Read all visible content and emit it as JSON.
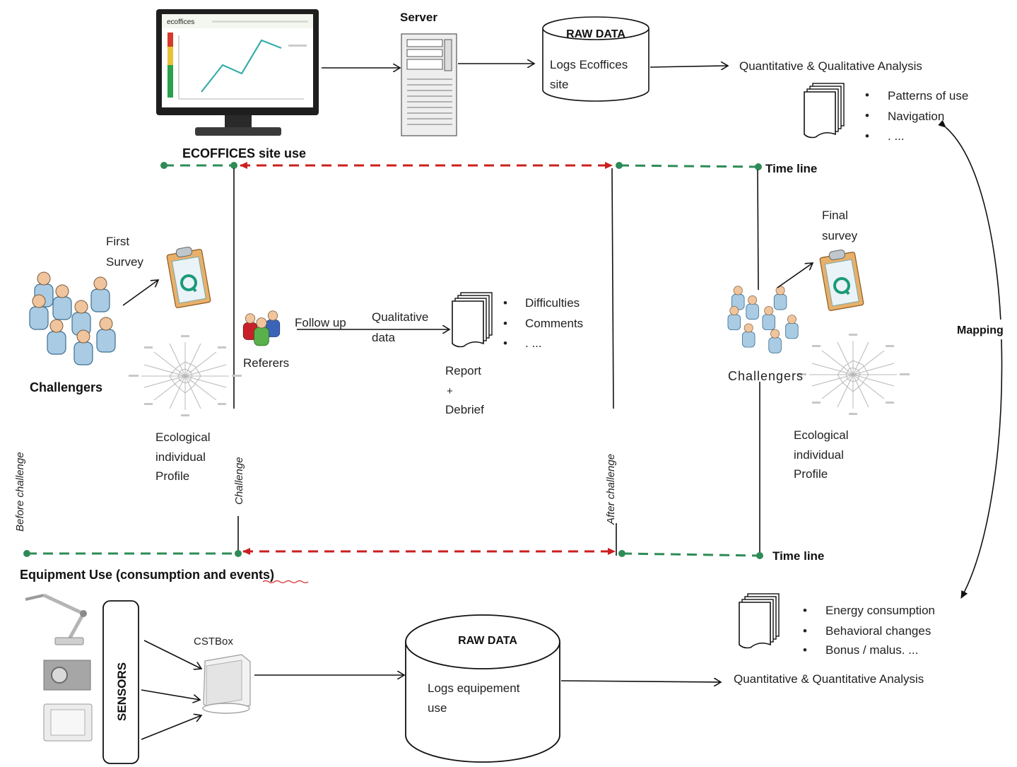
{
  "top": {
    "monitor_brand": "ecoffices",
    "server_label": "Server",
    "raw_data_title": "RAW DATA",
    "raw_data_line1": "Logs Ecoffices",
    "raw_data_line2": "site",
    "analysis_title": "Quantitative & Qualitative  Analysis",
    "analysis_items": [
      "Patterns of use",
      "Navigation",
      ". ..."
    ],
    "site_use_label": "ECOFFICES site use",
    "timeline_label": "Time line"
  },
  "left": {
    "survey_line1": "First",
    "survey_line2": "Survey",
    "challengers_label": "Challengers",
    "profile_lines": [
      "Ecological",
      "individual",
      "Profile"
    ],
    "before_label": "Before challenge",
    "challenge_label": "Challenge"
  },
  "middle": {
    "referers_label": "Referers",
    "follow_up_label": "Follow up",
    "qual_line1": "Qualitative",
    "qual_line2": "data",
    "report_items": [
      "Difficulties",
      "Comments",
      ". ..."
    ],
    "report_lines": [
      "Report",
      "+",
      "Debrief"
    ],
    "after_label": "After challenge"
  },
  "right": {
    "survey_line1": "Final",
    "survey_line2": "survey",
    "challengers_label": "Challengers",
    "profile_lines": [
      "Ecological",
      "individual",
      "Profile"
    ],
    "mapping_label": "Mapping"
  },
  "bottom": {
    "timeline_label": "Time line",
    "equipment_label": "Equipment Use (consumption and events)",
    "sensors_label": "SENSORS",
    "cstbox_label": "CSTBox",
    "raw_data_title": "RAW DATA",
    "raw_data_line1": "Logs equipement",
    "raw_data_line2": "use",
    "analysis_items": [
      "Energy consumption",
      "Behavioral changes",
      "Bonus / malus. ..."
    ],
    "analysis_title": "Quantitative & Quantitative  Analysis"
  },
  "colors": {
    "green_dash": "#2e8b57",
    "red_dash": "#cc1f1f",
    "person_body": "#a9cbe3",
    "person_head": "#f0c49c",
    "clipboard": "#e8b06b"
  }
}
